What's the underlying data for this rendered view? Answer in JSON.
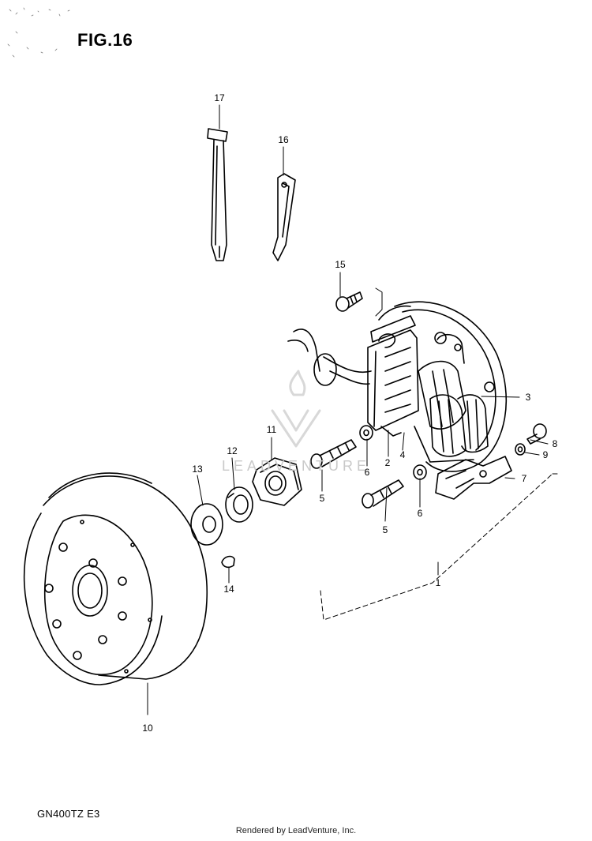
{
  "figure": {
    "title": "FIG.16"
  },
  "model": {
    "label": "GN400TZ  E3"
  },
  "footer": {
    "text": "Rendered by LeadVenture, Inc."
  },
  "watermark": {
    "text": "LEADVENTURE"
  },
  "callouts": {
    "c1": "1",
    "c2": "2",
    "c3": "3",
    "c4": "4",
    "c5a": "5",
    "c5b": "5",
    "c6a": "6",
    "c6b": "6",
    "c7": "7",
    "c8": "8",
    "c9": "9",
    "c10": "10",
    "c11": "11",
    "c12": "12",
    "c13": "13",
    "c14": "14",
    "c15": "15",
    "c16": "16",
    "c17": "17"
  }
}
